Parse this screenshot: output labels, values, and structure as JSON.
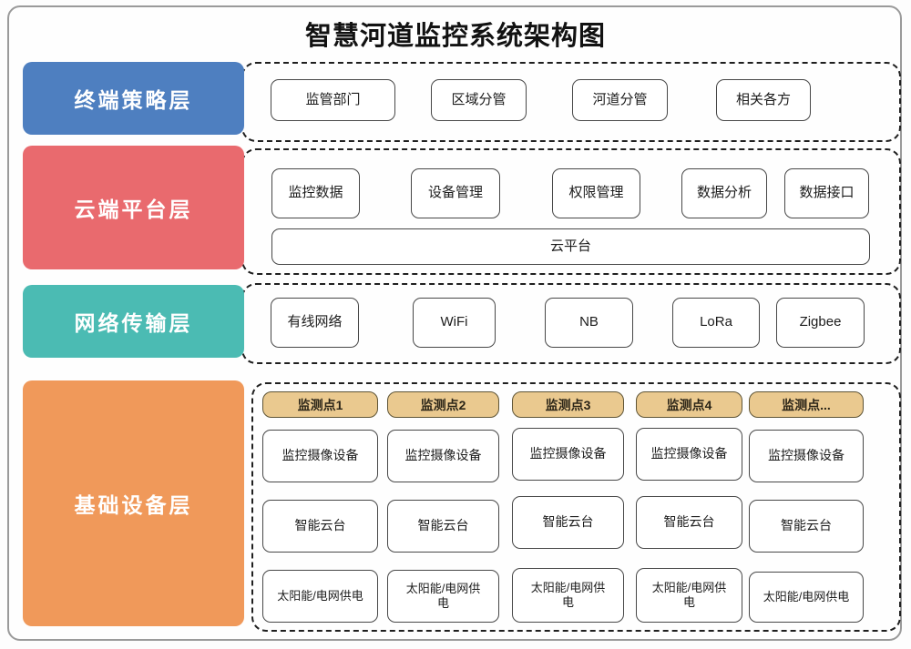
{
  "title": "智慧河道监控系统架构图",
  "layers": [
    {
      "label": "终端策略层",
      "color": "#4e7fc0",
      "items": [
        "监管部门",
        "区域分管",
        "河道分管",
        "相关各方"
      ]
    },
    {
      "label": "云端平台层",
      "color": "#e96a6e",
      "items": [
        "监控数据",
        "设备管理",
        "权限管理",
        "数据分析",
        "数据接口"
      ],
      "platform": "云平台"
    },
    {
      "label": "网络传输层",
      "color": "#4bbbb3",
      "items": [
        "有线网络",
        "WiFi",
        "NB",
        "LoRa",
        "Zigbee"
      ]
    },
    {
      "label": "基础设备层",
      "color": "#f0995a",
      "header_bg": "#eac98f",
      "columns": [
        {
          "header": "监测点1",
          "devices": [
            "监控摄像设备",
            "智能云台",
            "太阳能/电网供电"
          ]
        },
        {
          "header": "监测点2",
          "devices": [
            "监控摄像设备",
            "智能云台",
            "太阳能/电网供电"
          ]
        },
        {
          "header": "监测点3",
          "devices": [
            "监控摄像设备",
            "智能云台",
            "太阳能/电网供电"
          ]
        },
        {
          "header": "监测点4",
          "devices": [
            "监控摄像设备",
            "智能云台",
            "太阳能/电网供电"
          ]
        },
        {
          "header": "监测点...",
          "devices": [
            "监控摄像设备",
            "智能云台",
            "太阳能/电网供电"
          ]
        }
      ]
    }
  ]
}
